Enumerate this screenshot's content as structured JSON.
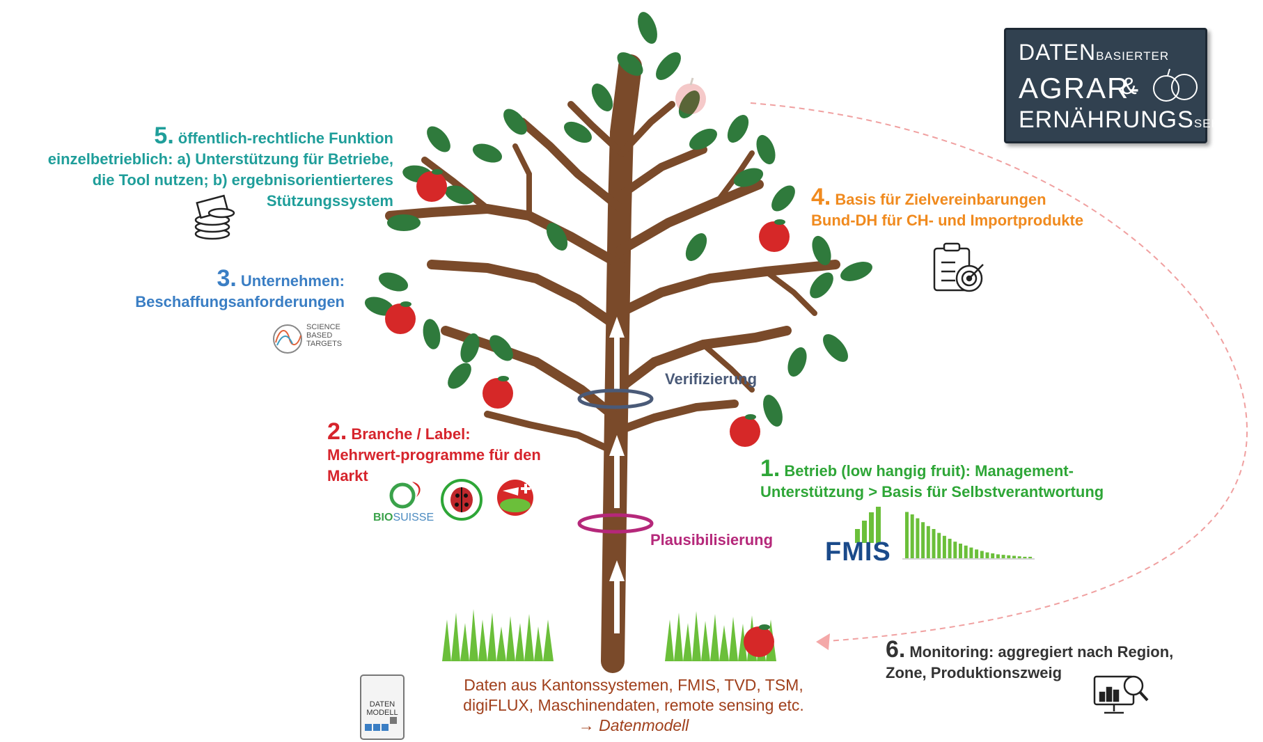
{
  "badge": {
    "line1_big": "DATEN",
    "line1_small": "BASIERTER",
    "line2": "AGRAR-",
    "amp": "&",
    "line3_big": "ERNÄHRUNGS",
    "line3_small": "SEKTOR"
  },
  "blocks": {
    "b5": {
      "num": "5.",
      "lines": [
        "öffentlich-rechtliche Funktion",
        "einzelbetrieblich: a) Unterstützung für Betriebe,",
        "die Tool nutzen; b) ergebnisorientierteres",
        "Stützungssystem"
      ]
    },
    "b4": {
      "num": "4.",
      "lines": [
        "Basis für Zielvereinbarungen",
        "Bund-DH für CH- und Importprodukte"
      ]
    },
    "b3": {
      "num": "3.",
      "lines": [
        "Unternehmen:",
        "Beschaffungsanforderungen"
      ]
    },
    "b2": {
      "num": "2.",
      "lines": [
        "Branche / Label:",
        "Mehrwert-programme für den",
        "Markt"
      ]
    },
    "b1": {
      "num": "1.",
      "lines": [
        "Betrieb (low hangig fruit): Management-",
        "Unterstützung > Basis für Selbstverantwortung"
      ]
    },
    "b6": {
      "num": "6.",
      "lines": [
        "Monitoring: aggregiert nach Region,",
        "Zone, Produktionszweig"
      ]
    }
  },
  "tags": {
    "verif": "Verifizierung",
    "plaus": "Plausibilisierung"
  },
  "footer": {
    "line1": "Daten aus Kantonssystemen, FMIS, TVD, TSM,",
    "line2": "digiFLUX, Maschinendaten, remote sensing etc.",
    "line3": "→ Datenmodell"
  },
  "logos": {
    "sbt": [
      "SCIENCE",
      "BASED",
      "TARGETS"
    ],
    "bio_a": "BIO",
    "bio_b": "SUISSE",
    "fmis": "FMIS",
    "datenmodell": [
      "DATEN",
      "MODELL"
    ]
  },
  "icons": [
    "coins-icon",
    "clipboard-target-icon",
    "science-based-targets-logo",
    "biosuisse-logo",
    "ladybird-label-logo",
    "swiss-label-logo",
    "fmis-logo",
    "monitoring-chart-icon",
    "datenmodell-icon"
  ],
  "colors": {
    "trunk": "#7a4a2a",
    "leaf": "#2f7a3c",
    "apple": "#d62828",
    "c5": "#1f9e9a",
    "c4": "#f08a1e",
    "c3": "#3a7ec4",
    "c2": "#d6242c",
    "c1": "#2ea637",
    "verif_ring": "#4a5a78",
    "plaus_ring": "#b5287a",
    "dashed": "#f0a0a0"
  },
  "histogram_values": [
    0.95,
    0.9,
    0.82,
    0.74,
    0.66,
    0.6,
    0.52,
    0.46,
    0.4,
    0.34,
    0.3,
    0.26,
    0.22,
    0.18,
    0.15,
    0.12,
    0.1,
    0.08,
    0.07,
    0.06,
    0.05,
    0.04,
    0.03,
    0.03
  ]
}
